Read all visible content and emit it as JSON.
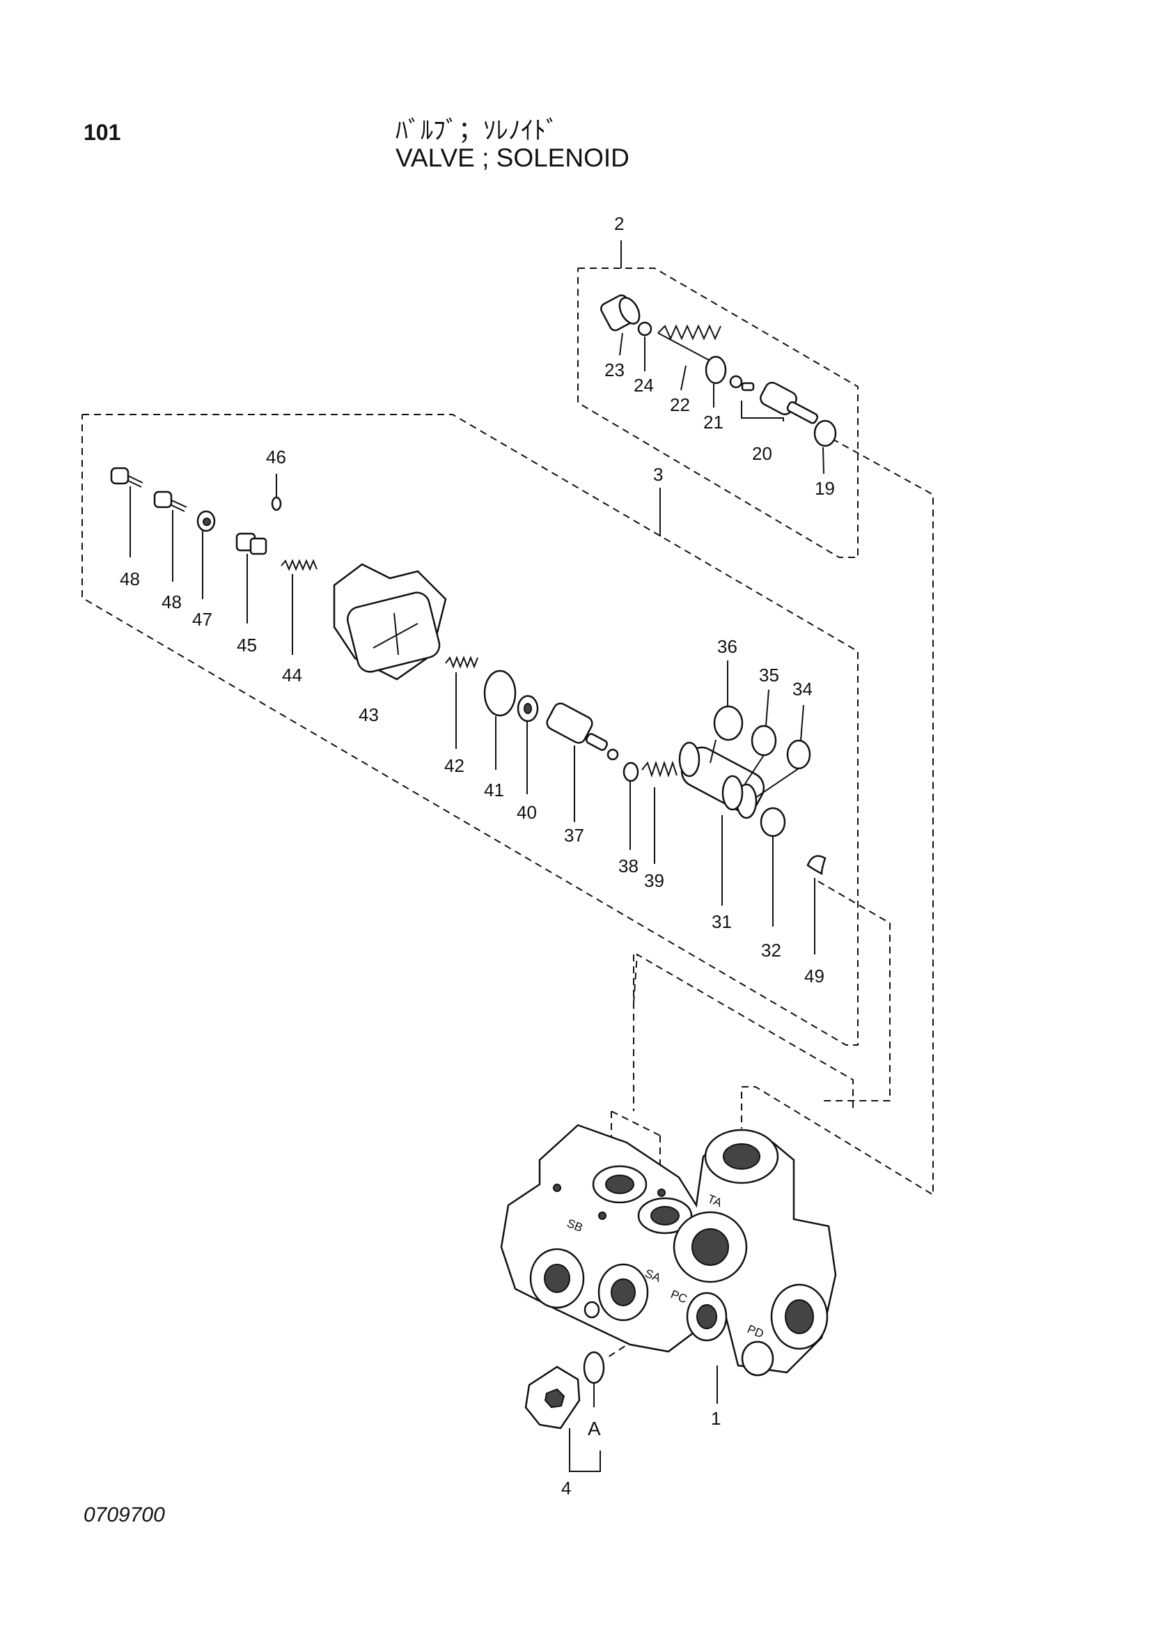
{
  "header": {
    "page_number": "101",
    "title_jp": "ﾊﾞﾙﾌﾞ；ｿﾚﾉｲﾄﾞ",
    "title_en": "VALVE ; SOLENOID"
  },
  "footer": {
    "drawing_code": "0709700"
  },
  "groups": {
    "g2": "2",
    "g3": "3"
  },
  "callouts": {
    "c1": "1",
    "c4": "4",
    "c19": "19",
    "c20": "20",
    "c21": "21",
    "c22": "22",
    "c23": "23",
    "c24": "24",
    "c31": "31",
    "c32": "32",
    "c34": "34",
    "c35": "35",
    "c36": "36",
    "c37": "37",
    "c38": "38",
    "c39": "39",
    "c40": "40",
    "c41": "41",
    "c42": "42",
    "c43": "43",
    "c44": "44",
    "c45": "45",
    "c46": "46",
    "c47": "47",
    "c48a": "48",
    "c48b": "48",
    "c49": "49"
  },
  "port_labels": {
    "sb": "SB",
    "sa": "SA",
    "ta": "TA",
    "pc": "PC",
    "pd": "PD",
    "a": "A"
  }
}
